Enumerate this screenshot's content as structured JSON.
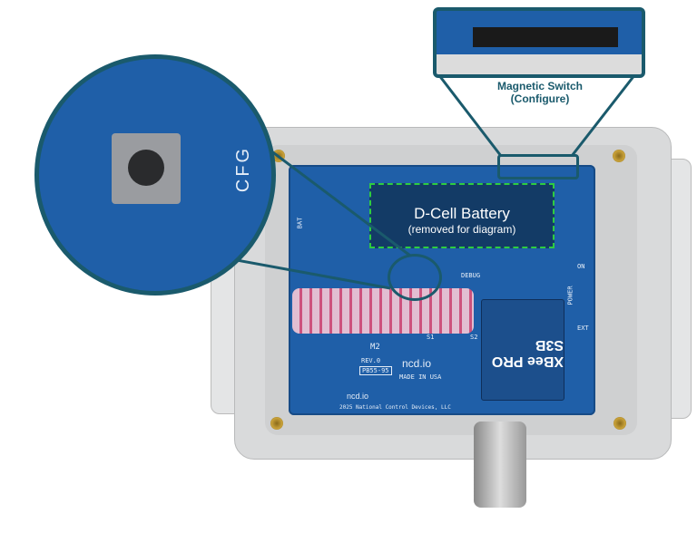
{
  "callouts": {
    "magnetic_switch": {
      "title": "Magnetic Switch",
      "subtitle": "(Configure)"
    },
    "battery": {
      "title": "D-Cell Battery",
      "subtitle": "(removed for diagram)"
    },
    "button_label": "CFG"
  },
  "silkscreen": {
    "bat": "BAT",
    "m2": "M2",
    "s1": "S1",
    "s2": "S2",
    "rev": "REV.0",
    "part": "PB55-95",
    "brand": "ncd.io",
    "made": "MADE IN USA",
    "brand2": "ncd.io",
    "copyright": "2025 National Control Devices, LLC",
    "module": "XBee PRO S3B",
    "debug": "DEBUG",
    "power": "POWER",
    "on": "ON",
    "ext": "EXT"
  },
  "colors": {
    "callout": "#1a5a6c",
    "pcb": "#1f5fa8",
    "battery_outline": "#2ecc40"
  }
}
